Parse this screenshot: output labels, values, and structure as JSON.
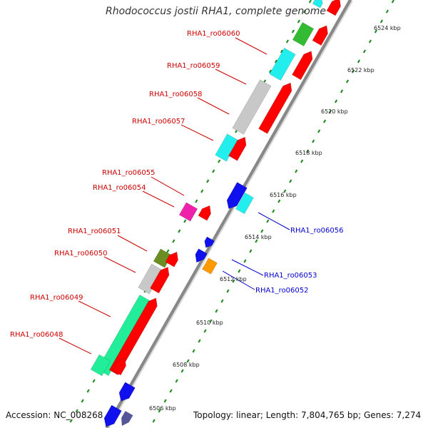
{
  "title": "Rhodococcus jostii RHA1, complete genome",
  "accession": "Accession: NC_008268",
  "topology": "Topology: linear; Length: 7,804,765 bp; Genes: 7,274",
  "colors": {
    "plus_label": "#cc0000",
    "minus_label": "#0000cc",
    "cds": "#ff0000",
    "dots": "#228b22"
  },
  "kbp_ticks": [
    "6506 kbp",
    "6508 kbp",
    "6510 kbp",
    "6512 kbp",
    "6514 kbp",
    "6516 kbp",
    "6518 kbp",
    "6520 kbp",
    "6522 kbp",
    "6524 kbp"
  ],
  "plus_labels": [
    "RHA1_ro06060",
    "RHA1_ro06059",
    "RHA1_ro06058",
    "RHA1_ro06057",
    "RHA1_ro06055",
    "RHA1_ro06054",
    "RHA1_ro06051",
    "RHA1_ro06050",
    "RHA1_ro06049",
    "RHA1_ro06048"
  ],
  "minus_labels": [
    "RHA1_ro06056",
    "RHA1_ro06053",
    "RHA1_ro06052"
  ]
}
